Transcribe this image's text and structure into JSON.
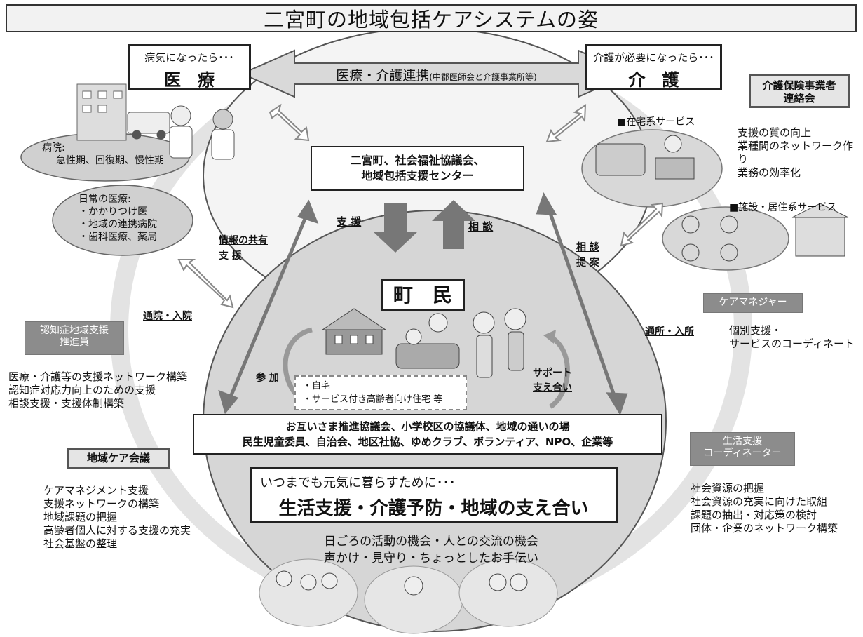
{
  "title": "二宮町の地域包括ケアシステムの姿",
  "medical": {
    "sub": "病気になったら･･･",
    "main": "医　療"
  },
  "care": {
    "sub": "介護が必要になったら･･･",
    "main": "介　護"
  },
  "collab_arrow": {
    "main": "医療・介護連携",
    "sub": "(中郡医師会と介護事業所等)"
  },
  "center_box": {
    "line1": "二宮町、社会福祉協議会、",
    "line2": "地域包括支援センター"
  },
  "flow": {
    "support": "支 援",
    "consult": "相 談"
  },
  "hospital": {
    "title": "病院:",
    "text": "急性期、回復期、慢性期"
  },
  "daily_medical": {
    "title": "日常の医療:",
    "items": [
      "・かかりつけ医",
      "・地域の連携病院",
      "・歯科医療、薬局"
    ]
  },
  "labels": {
    "info_share_1": "情報の共有",
    "info_share_2": "支 援",
    "consult_1": "相 談",
    "consult_2": "提 案",
    "visit_hospital": "通院・入院",
    "visit_facility": "通所・入所",
    "participate": "参 加",
    "support_1": "サポート",
    "support_2": "支え合い"
  },
  "home_services": "■在宅系サービス",
  "facility_services": "■施設・居住系サービス",
  "provider_liaison": {
    "head_1": "介護保険事業者",
    "head_2": "連絡会",
    "items": [
      "支援の質の向上",
      "業種間のネットワーク作り",
      "業務の効率化"
    ]
  },
  "care_manager": {
    "head": "ケアマネジャー",
    "items": [
      "個別支援・",
      "サービスのコーディネート"
    ]
  },
  "dementia": {
    "head_1": "認知症地域支援",
    "head_2": "推進員",
    "items": [
      "医療・介護等の支援ネットワーク構築",
      "認知症対応力向上のための支援",
      "相談支援・支援体制構築"
    ]
  },
  "community_care": {
    "head": "地域ケア会議",
    "items": [
      "ケアマネジメント支援",
      "支援ネットワークの構築",
      "地域課題の把握",
      "高齢者個人に対する支援の充実",
      "社会基盤の整理"
    ]
  },
  "life_coord": {
    "head_1": "生活支援",
    "head_2": "コーディネーター",
    "items": [
      "社会資源の把握",
      "社会資源の充実に向けた取組",
      "課題の抽出・対応策の検討",
      "団体・企業のネットワーク構築"
    ]
  },
  "residents": {
    "title": "町　民",
    "home_1": "・自宅",
    "home_2": "・サービス付き高齢者向け住宅 等",
    "groups_1": "お互いさま推進協議会、小学校区の協議体、地域の通いの場",
    "groups_2": "民生児童委員、自治会、地区社協、ゆめクラブ、ボランティア、NPO、企業等",
    "slogan_sub": "いつまでも元気に暮らすために･･･",
    "slogan_main": "生活支援・介護予防・地域の支え合い",
    "daily_1": "日ごろの活動の機会・人との交流の機会",
    "daily_2": "声かけ・見守り・ちょっとしたお手伝い"
  },
  "colors": {
    "ellipse_fill": "#cfcfcf",
    "big_circle": "#f2f2f2",
    "arrow_grey": "#777777",
    "head_grey": "#8c8c8c"
  }
}
